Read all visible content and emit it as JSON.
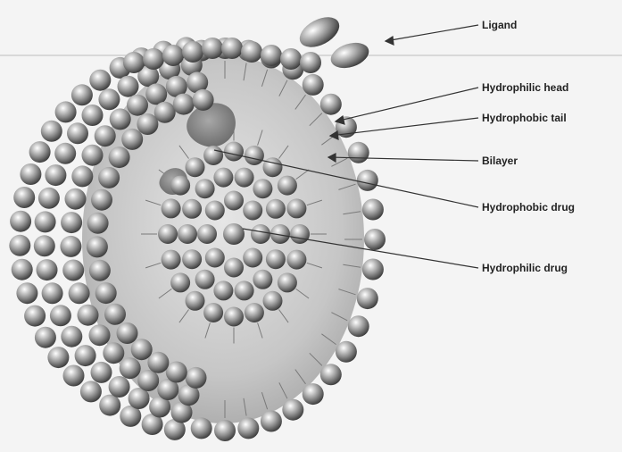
{
  "labels": {
    "ligand": "Ligand",
    "hydrophilic_head": "Hydrophilic head",
    "hydrophobic_tail": "Hydrophobic tail",
    "bilayer": "Bilayer",
    "hydrophobic_drug": "Hydrophobic drug",
    "hydrophilic_drug": "Hydrophilic drug"
  },
  "colors": {
    "background": "#f4f4f4",
    "sphere_light": "#d8d8d8",
    "sphere_dark": "#4a4a4a",
    "core_fill": "#bdbdbd",
    "drug_blob": "#8a8a8a",
    "leader_line": "#333333"
  }
}
